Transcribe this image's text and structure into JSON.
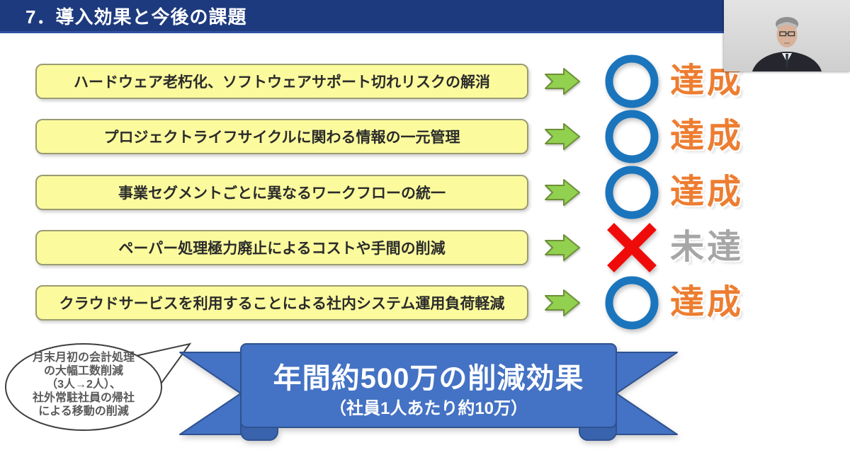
{
  "header": {
    "title": "7．導入効果と今後の課題"
  },
  "rows": [
    {
      "text": "ハードウェア老朽化、ソフトウェアサポート切れリスクの解消",
      "mark": "circle",
      "label": "達成"
    },
    {
      "text": "プロジェクトライフサイクルに関わる情報の一元管理",
      "mark": "circle",
      "label": "達成"
    },
    {
      "text": "事業セグメントごとに異なるワークフローの統一",
      "mark": "circle",
      "label": "達成"
    },
    {
      "text": "ペーパー処理極力廃止によるコストや手間の削減",
      "mark": "cross",
      "label": "未達"
    },
    {
      "text": "クラウドサービスを利用することによる社内システム運用負荷軽減",
      "mark": "circle",
      "label": "達成"
    }
  ],
  "bubble": {
    "lines": [
      "月末月初の会計処理",
      "の大幅工数削減",
      "（3人→2人）、",
      "社外常駐社員の帰社",
      "による移動の削減"
    ]
  },
  "banner": {
    "title": "年間約500万の削減効果",
    "subtitle": "（社員1人あたり約10万）"
  },
  "icons": {
    "arrow": "notched-right-arrow-icon",
    "achieved": "circle-outline-icon",
    "missed": "cross-icon"
  },
  "colors": {
    "header_blue": "#1e3a7e",
    "box_yellow": "#fbfb9e",
    "arrow_green": "#92d050",
    "circle_blue": "#1b75bc",
    "cross_red": "#ff0000",
    "achieved_orange": "#ed7d31",
    "missed_gray": "#a6a6a6",
    "ribbon_blue": "#4472c4"
  }
}
